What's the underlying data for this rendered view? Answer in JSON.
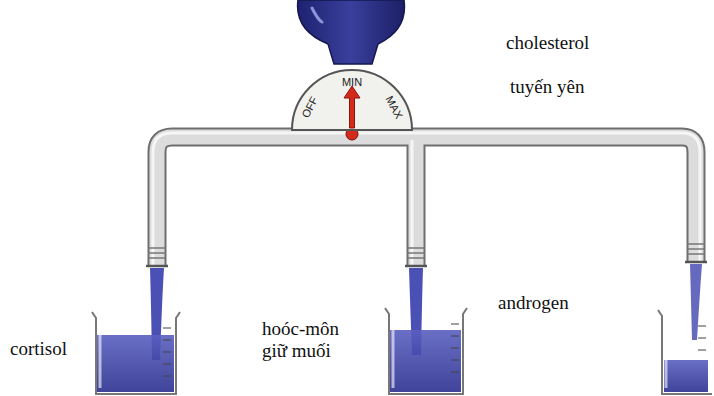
{
  "diagram": {
    "nodes": [
      {
        "text": [
          "OFF",
          "MIN",
          "MAX"
        ]
      }
    ],
    "labels": [
      "cholesterol",
      "tuyến yên",
      "cortisol",
      "hoóc-môn giữ muối",
      "androgen"
    ]
  }
}
